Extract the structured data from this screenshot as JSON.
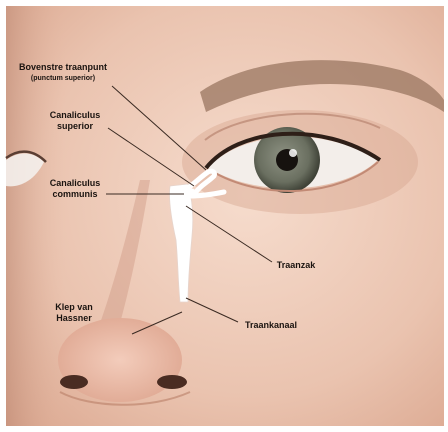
{
  "labels": {
    "punctum": {
      "line1": "Bovenstre traanpunt",
      "line2": "(punctum superior)"
    },
    "canaliculus_superior": {
      "line1": "Canaliculus",
      "line2": "superior"
    },
    "canaliculus_communis": {
      "line1": "Canaliculus",
      "line2": "communis"
    },
    "traanzak": {
      "text": "Traanzak"
    },
    "klep_hassner": {
      "line1": "Klep van",
      "line2": "Hassner"
    },
    "traankanaal": {
      "text": "Traankanaal"
    }
  },
  "colors": {
    "skin_light": "#f2d3c4",
    "skin_mid": "#e4b7a1",
    "skin_shadow": "#c98f78",
    "iris": "#6f7466",
    "pupil": "#16120f",
    "brow": "#8c6a55",
    "duct": "#ffffff",
    "leader_line": "#3a2a22"
  }
}
